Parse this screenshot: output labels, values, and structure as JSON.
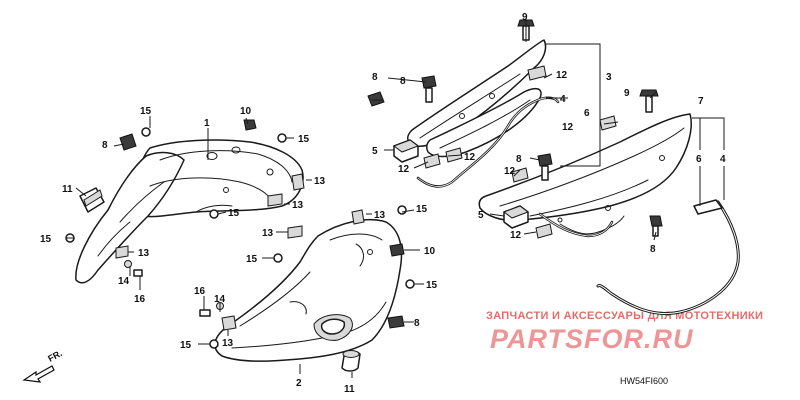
{
  "diagram": {
    "code": "HW54FI600",
    "front_arrow_label": "FR.",
    "watermark": {
      "tagline": "ЗАПЧАСТИ И АКСЕССУАРЫ ДЛЯ МОТОТЕХНИКИ",
      "brand": "PARTSFOR.RU"
    },
    "callouts": {
      "c1": "1",
      "c2": "2",
      "c3": "3",
      "c4": "4",
      "c5": "5",
      "c6": "6",
      "c7": "7",
      "c8": "8",
      "c9": "9",
      "c10": "10",
      "c11": "11",
      "c12": "12",
      "c13": "13",
      "c14": "14",
      "c15": "15",
      "c16": "16"
    }
  }
}
